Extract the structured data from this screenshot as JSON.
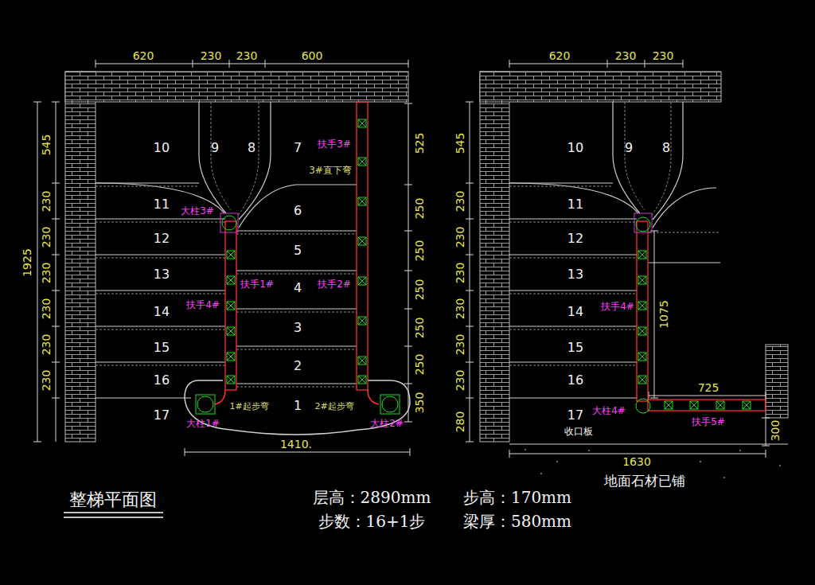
{
  "diagram": {
    "title": "整梯平面图",
    "labels": [
      "620",
      "230",
      "230",
      "600",
      "1925",
      "545",
      "230",
      "230",
      "230",
      "230",
      "230",
      "230",
      "525",
      "250",
      "250",
      "250",
      "250",
      "250",
      "350",
      "1410.",
      "10",
      "9",
      "8",
      "7",
      "11",
      "6",
      "12",
      "5",
      "13",
      "4",
      "14",
      "3",
      "15",
      "2",
      "16",
      "1",
      "17",
      "扶手3#",
      "3#直下弯",
      "大柱3#",
      "扶手1#",
      "扶手2#",
      "扶手4#",
      "1#起步弯",
      "2#起步弯",
      "大柱1#",
      "大柱2#",
      "620",
      "230",
      "230",
      "545",
      "230",
      "230",
      "230",
      "230",
      "230",
      "230",
      "280",
      "10",
      "9",
      "8",
      "11",
      "12",
      "13",
      "14",
      "15",
      "16",
      "17",
      "扶手4#",
      "1075",
      "725",
      "大柱4#",
      "扶手5#",
      "300",
      "收口板",
      "1630",
      "地面石材已铺",
      "层高：2890mm",
      "步高：170mm",
      "步数：16+1步",
      "梁厚：580mm"
    ]
  }
}
